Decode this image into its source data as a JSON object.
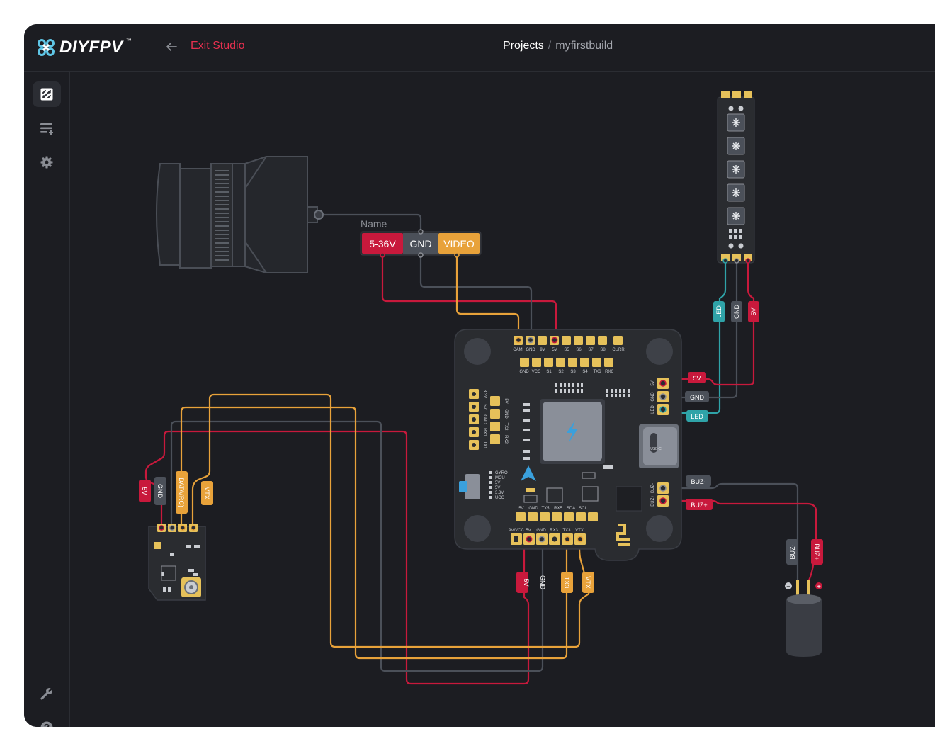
{
  "brand": {
    "name": "DIYFPV",
    "tm": "™"
  },
  "header": {
    "exit_label": "Exit Studio",
    "breadcrumb_root": "Projects",
    "breadcrumb_sep": "/",
    "breadcrumb_current": "myfirstbuild"
  },
  "sidebar": {
    "items": [
      {
        "icon": "diagram-icon",
        "active": true
      },
      {
        "icon": "add-list-icon",
        "active": false
      },
      {
        "icon": "gear-icon",
        "active": false
      },
      {
        "icon": "wrench-icon",
        "active": false
      },
      {
        "icon": "help-icon",
        "active": false
      }
    ]
  },
  "colors": {
    "red": "#c8193c",
    "gray": "#4b5059",
    "orange": "#e8a23a",
    "teal": "#2fa3a8",
    "pad": "#e6c15a",
    "board": "#2a2c30"
  },
  "camera": {
    "connector_name": "Name",
    "pins": [
      "5-36V",
      "GND",
      "VIDEO"
    ]
  },
  "led_strip": {
    "wire_labels": [
      "LED",
      "GND",
      "5V"
    ]
  },
  "fc": {
    "top_pads": [
      "CAM",
      "GND",
      "9V",
      "5V",
      "S5",
      "S6",
      "S7",
      "S8",
      "CURR"
    ],
    "second_pads": [
      "GND",
      "VCC",
      "S1",
      "S2",
      "S3",
      "S4",
      "TX6",
      "RX6"
    ],
    "left_pads_a": [
      "3.3V",
      "5V",
      "GND",
      "RX1",
      "TX1"
    ],
    "left_pads_b": [
      "5V",
      "GND",
      "TX2",
      "RX2"
    ],
    "right_pads": [
      "5V",
      "GND",
      "LED"
    ],
    "right_labels": [
      "5V",
      "GND",
      "LED"
    ],
    "buz_pads": [
      "BUZ-",
      "BUZ+"
    ],
    "buz_labels": [
      "BUZ-",
      "BUZ+"
    ],
    "usb": "USB-C",
    "status_leds": [
      "GYRO",
      "MCU",
      "5V",
      "5V",
      "3.3V",
      "UCC"
    ],
    "bottom_pads_a": [
      "5V",
      "GND",
      "TX5",
      "RX5",
      "SDA",
      "SCL"
    ],
    "bottom_pads_b": [
      "9V/VCC",
      "5V",
      "GND",
      "RX3",
      "TX3",
      "VTX"
    ],
    "bottom_labels": [
      "5V",
      "GND",
      "TX3",
      "VTX"
    ]
  },
  "receiver": {
    "wire_labels": [
      "5V",
      "GND",
      "DATA(RC)",
      "VTX"
    ]
  },
  "buzzer": {
    "wire_labels": [
      "BUZ-",
      "BUZ+"
    ],
    "neg": "−",
    "pos": "+"
  }
}
